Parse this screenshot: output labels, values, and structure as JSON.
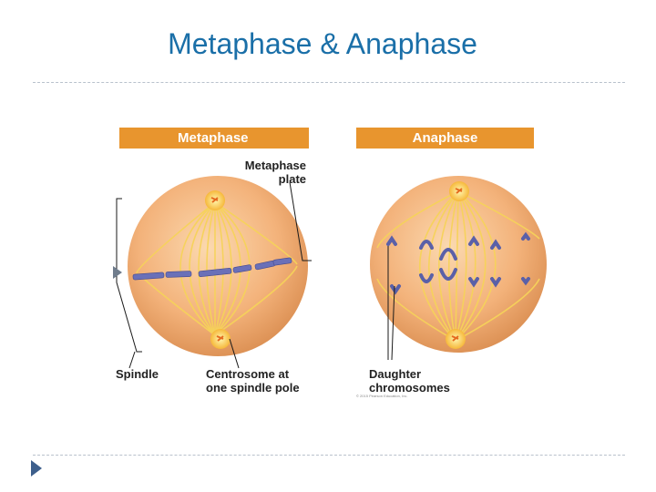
{
  "slide": {
    "title": "Metaphase & Anaphase"
  },
  "figure": {
    "metaphase_heading": "Metaphase",
    "anaphase_heading": "Anaphase",
    "labels": {
      "metaphase_plate": "Metaphase\nplate",
      "spindle": "Spindle",
      "centrosome": "Centrosome at\none spindle pole",
      "daughter_chromosomes": "Daughter\nchromosomes"
    },
    "credit": "© 2015 Pearson Education, Inc."
  },
  "colors": {
    "title": "#1a6fa8",
    "banner": "#e8952e",
    "cell_light": "#f7c795",
    "cell_dark": "#e5a066",
    "spindle_fiber": "#f6d35a",
    "chromosome": "#6a70b8",
    "bullet": "#3d5f8c"
  },
  "icons": {
    "bullet": "triangle-bullet-icon"
  }
}
